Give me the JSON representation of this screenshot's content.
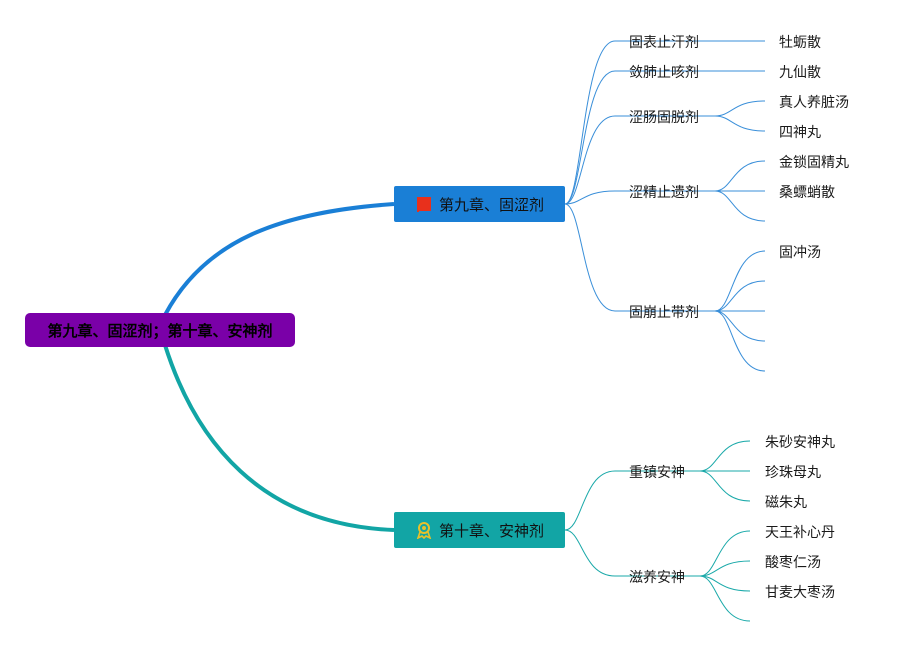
{
  "root": {
    "label": "第九章、固涩剂；第十章、安神剂"
  },
  "chapter9": {
    "label": "第九章、固涩剂",
    "icon": "red-flag-icon",
    "color": "#1a7fd6",
    "subs": [
      {
        "label": "固表止汗剂",
        "leaves": [
          "牡蛎散"
        ]
      },
      {
        "label": "敛肺止咳剂",
        "leaves": [
          "九仙散"
        ]
      },
      {
        "label": "涩肠固脱剂",
        "leaves": [
          "真人养脏汤",
          "四神丸"
        ]
      },
      {
        "label": "涩精止遗剂",
        "leaves": [
          "金锁固精丸",
          "桑螵蛸散",
          ""
        ]
      },
      {
        "label": "固崩止带剂",
        "leaves": [
          "固冲汤",
          "",
          "",
          "",
          ""
        ]
      }
    ]
  },
  "chapter10": {
    "label": "第十章、安神剂",
    "icon": "award-ribbon-icon",
    "color": "#12a5a5",
    "subs": [
      {
        "label": "重镇安神",
        "leaves": [
          "朱砂安神丸",
          "珍珠母丸",
          "磁朱丸"
        ]
      },
      {
        "label": "滋养安神",
        "leaves": [
          "天王补心丹",
          "酸枣仁汤",
          "甘麦大枣汤",
          ""
        ]
      }
    ]
  }
}
